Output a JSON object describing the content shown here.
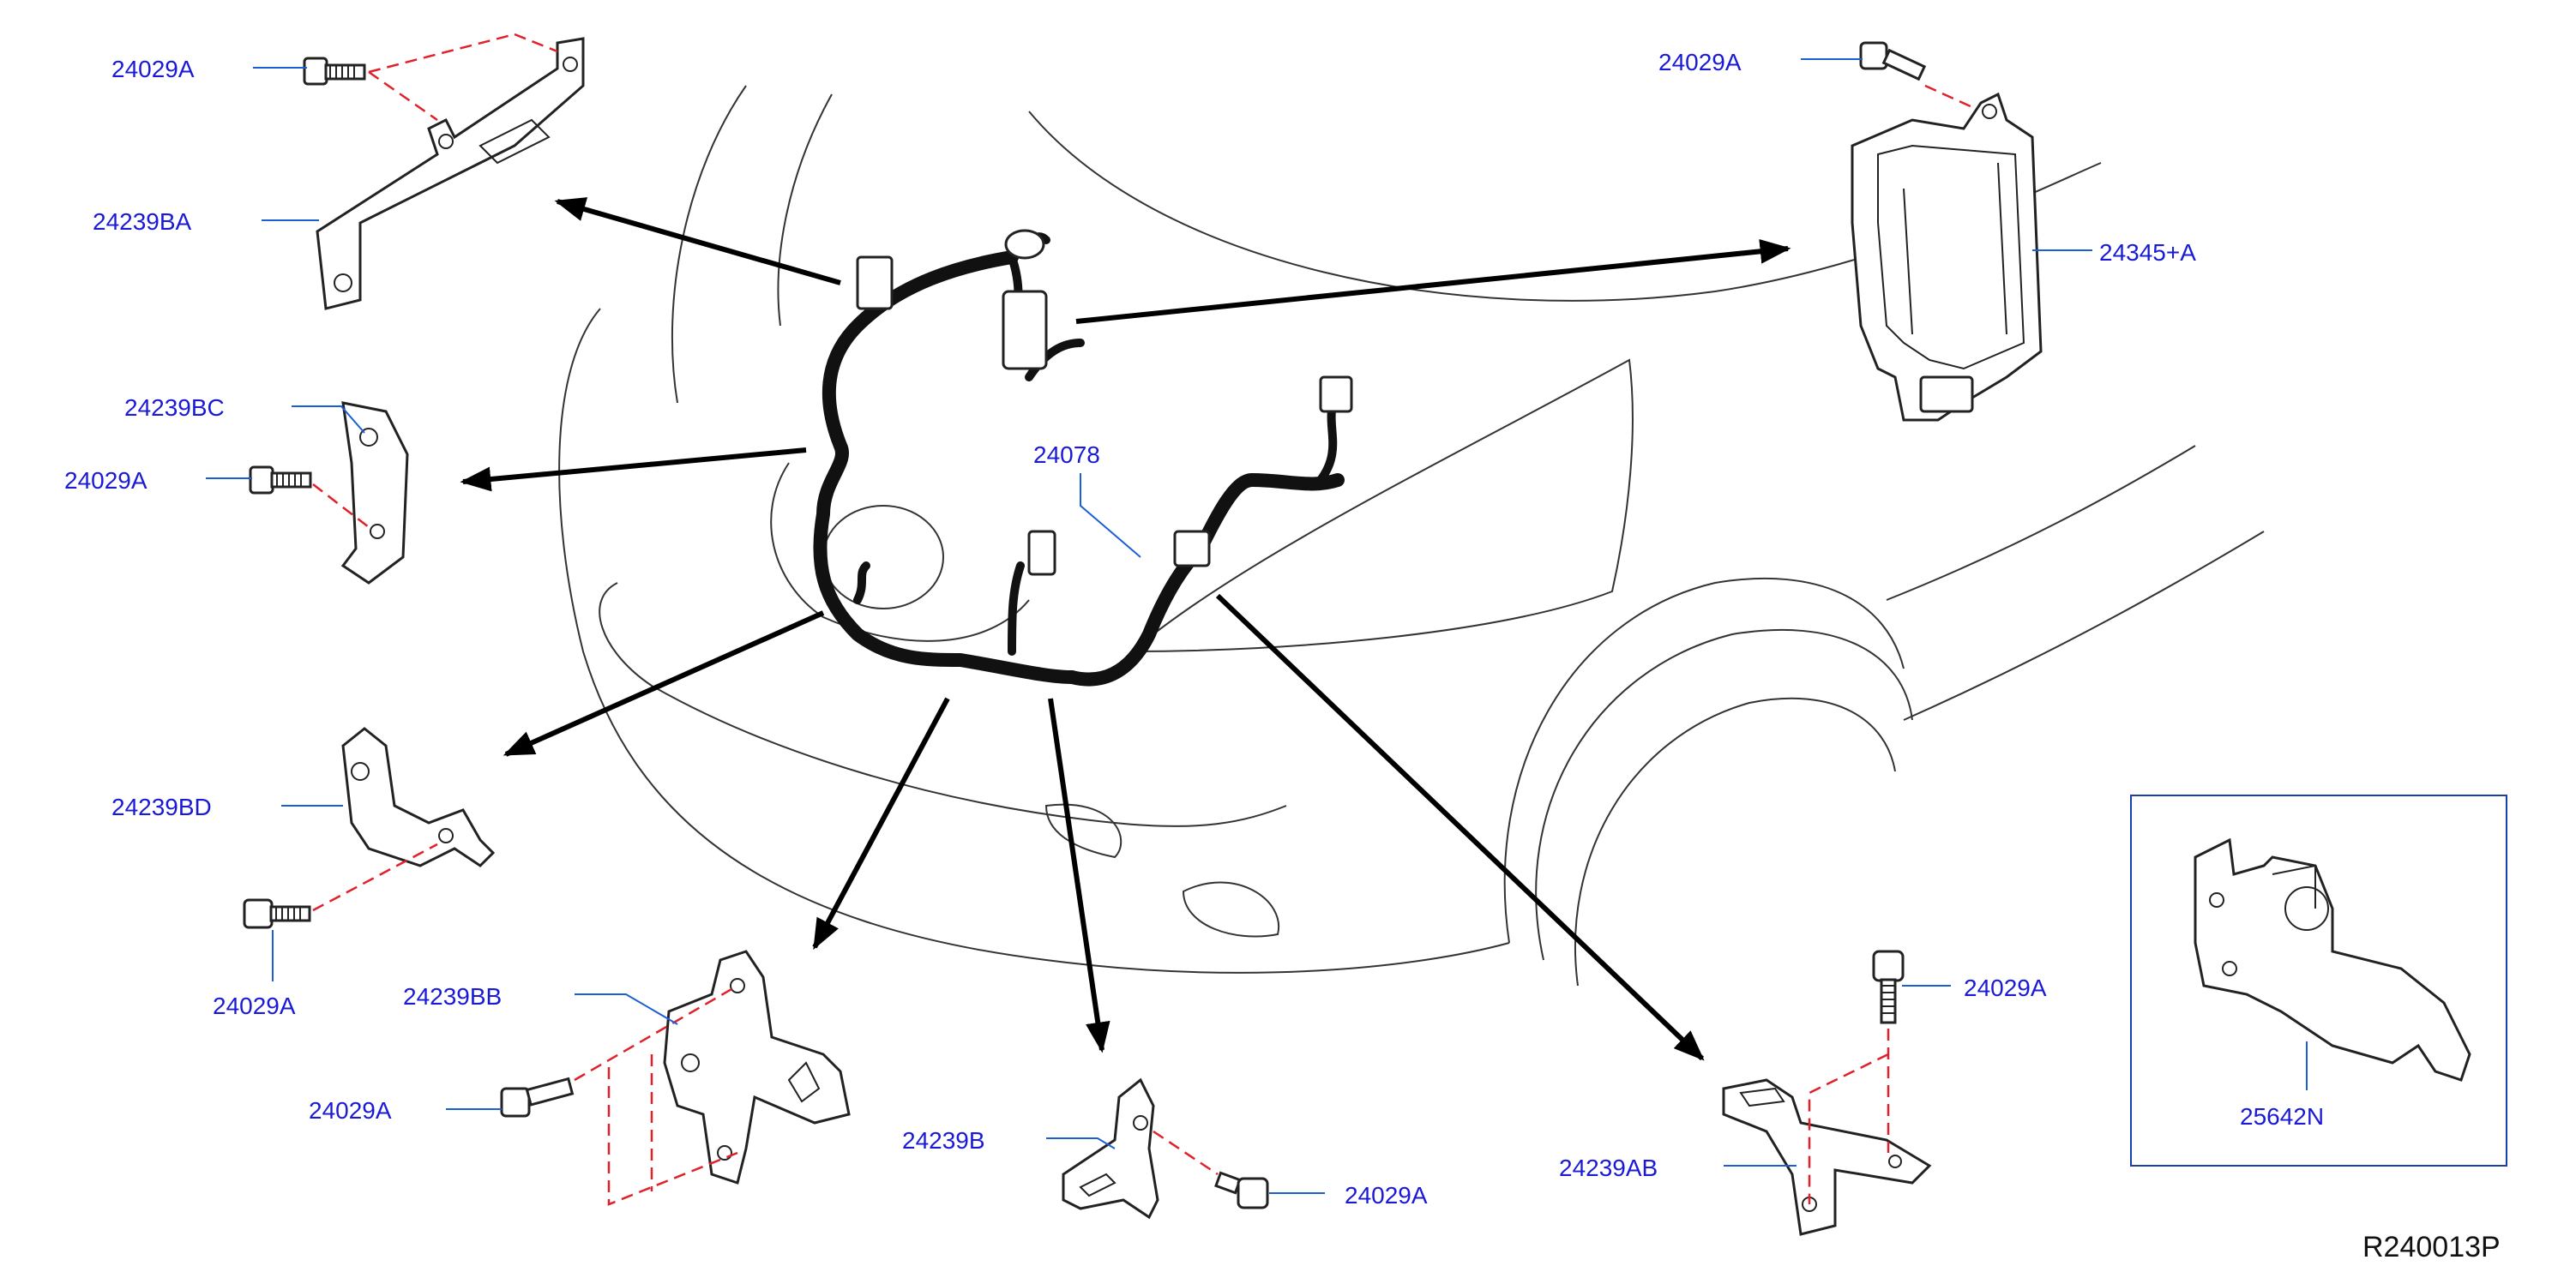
{
  "labels": {
    "bolt_top_left": "24029A",
    "bracket_ba": "24239BA",
    "bracket_bc": "24239BC",
    "bolt_left_mid": "24029A",
    "bracket_bd": "24239BD",
    "bolt_bd": "24029A",
    "bracket_bb": "24239BB",
    "bolt_bb": "24029A",
    "bracket_b": "24239B",
    "bolt_b": "24029A",
    "harness": "24078",
    "bolt_top_right": "24029A",
    "fuse_block": "24345+A",
    "bolt_ab": "24029A",
    "bracket_ab": "24239AB",
    "inset_part": "25642N"
  },
  "reference_code": "R240013P",
  "colors": {
    "label": "#1a1ad6",
    "leader": "#1a5fd6",
    "dash": "#e0202a",
    "inset_border": "#1a3fa8",
    "line": "#222222"
  }
}
